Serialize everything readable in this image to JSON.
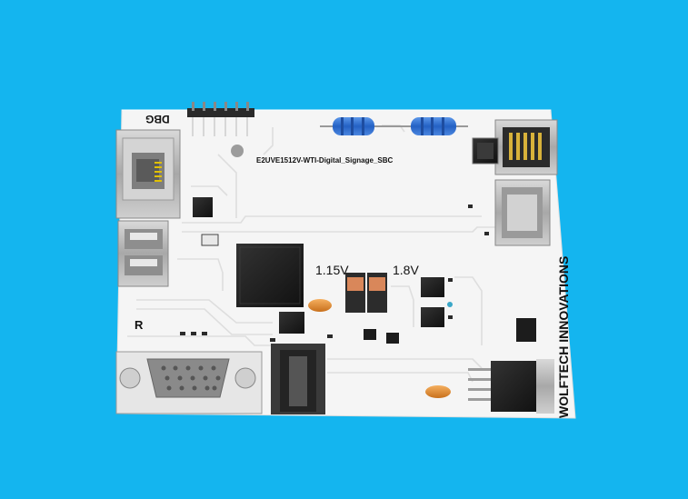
{
  "board": {
    "title": "E2UVE1512V-WTI-Digital_Signage_SBC",
    "debug_label": "DBG",
    "reset_label": "R",
    "company": "WOLFTECH INNOVATIONS",
    "rails": [
      "1.15V",
      "1.8V"
    ],
    "colors": {
      "background": "#14b5ef",
      "pcb": "#f4f4f4",
      "trace": "#dcdcdc",
      "resistor": "#2e6fd6",
      "capacitor": "#e6892a",
      "chip": "#1c1c1c",
      "metal": "#b9b9b9"
    },
    "icons": [
      "ethernet-port-icon",
      "usb-port-icon",
      "vga-port-icon",
      "dc-jack-icon",
      "sd-card-slot-icon",
      "pin-header-icon"
    ]
  }
}
